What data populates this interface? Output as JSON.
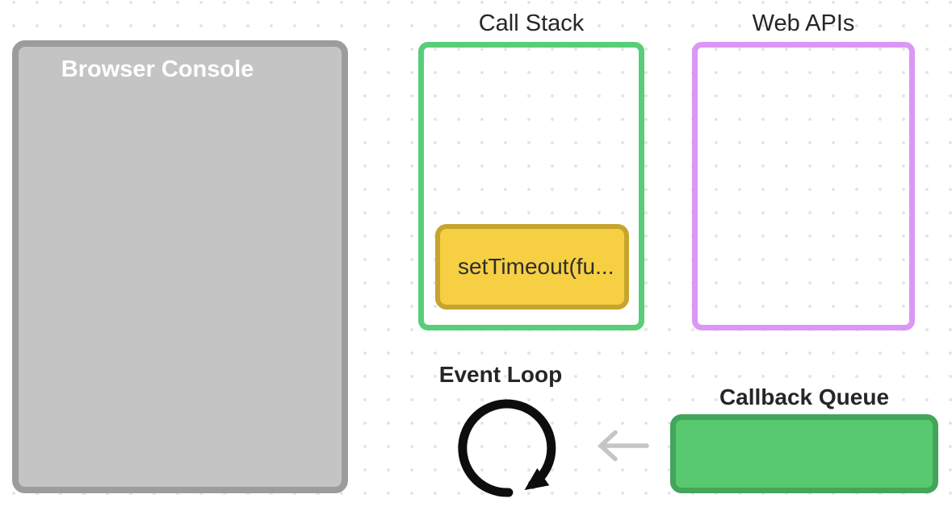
{
  "title_color": "#262626",
  "stage": {
    "dot_color": "#e4e4e4"
  },
  "browser_console": {
    "title": "Browser Console",
    "title_color": "#ffffff",
    "fill": "#c4c4c4",
    "border_color": "#9c9c9c",
    "log_entries": []
  },
  "call_stack": {
    "title": "Call Stack",
    "border_color": "#58ce78",
    "frames": [
      {
        "label": "setTimeout(fu...",
        "fill": "#f6d042",
        "border_color": "#c7a42e",
        "text_color": "#2e2e2e"
      }
    ]
  },
  "web_apis": {
    "title": "Web APIs",
    "border_color": "#db97f5",
    "items": []
  },
  "event_loop": {
    "title": "Event Loop",
    "icon": "clockwise-loop-arrow-icon",
    "icon_color": "#0d0d0d"
  },
  "transfer_arrow": {
    "icon": "left-arrow-icon",
    "direction": "left",
    "color": "#c5c5c5"
  },
  "callback_queue": {
    "title": "Callback Queue",
    "fill": "#58c96f",
    "border_color": "#43a55a",
    "items": []
  }
}
